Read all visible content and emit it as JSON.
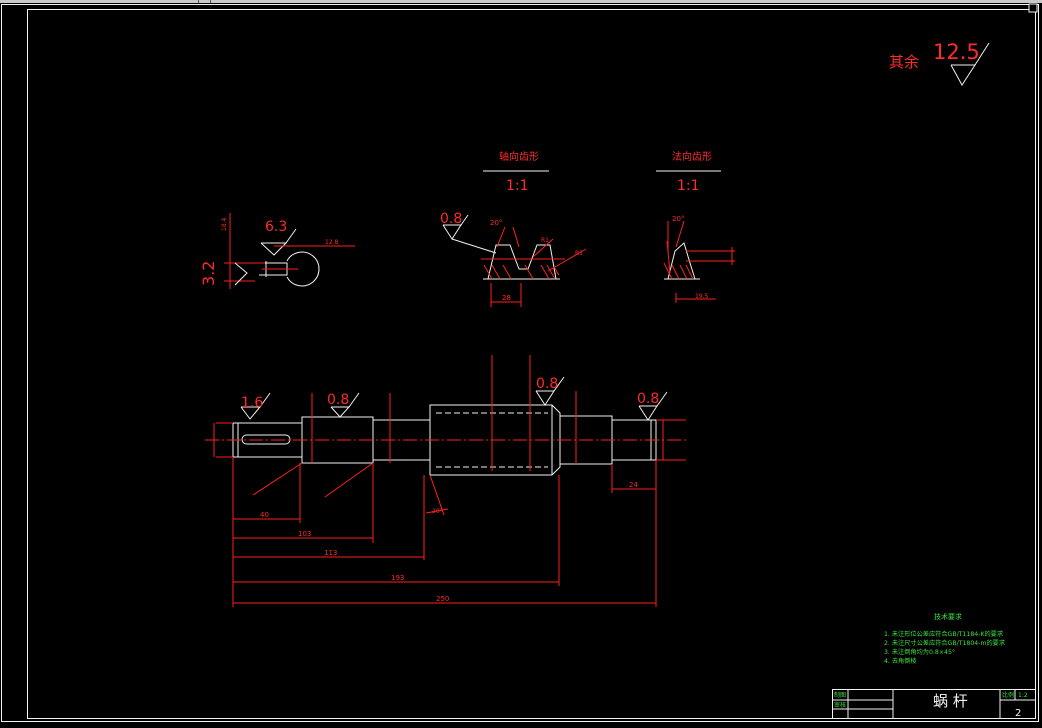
{
  "drawing": {
    "general_finish": {
      "label": "其余",
      "value": "12.5"
    },
    "views": {
      "axial_profile": {
        "title": "轴向齿形",
        "scale": "1:1"
      },
      "normal_profile": {
        "title": "法向齿形",
        "scale": "1:1"
      }
    },
    "roughness": {
      "keyway_side": "3.2",
      "keyway_top": "6.3",
      "tooth_flank": "0.8",
      "shaft_end": "1.6",
      "journal_left": "0.8",
      "worm_body": "0.8",
      "journal_right": "0.8"
    },
    "tooth_labels": {
      "angle_axial": "20°",
      "angle_normal": "20°",
      "pitch": "28"
    },
    "length_dims": [
      "40",
      "103",
      "113",
      "193",
      "250",
      "24"
    ],
    "tech_requirements": {
      "title": "技术要求",
      "items": [
        "1. 未注形位公差应符合GB/T1184-K的要求",
        "2. 未注尺寸公差应符合GB/T1804-m的要求",
        "3. 未注倒角均为0.8×45°",
        "4. 去角倒棱"
      ]
    },
    "title_block": {
      "name": "蜗  杆",
      "drawn_label": "制图",
      "checked_label": "审核",
      "scale_label": "比例",
      "scale_value": "1:2",
      "sheet": "2"
    }
  }
}
